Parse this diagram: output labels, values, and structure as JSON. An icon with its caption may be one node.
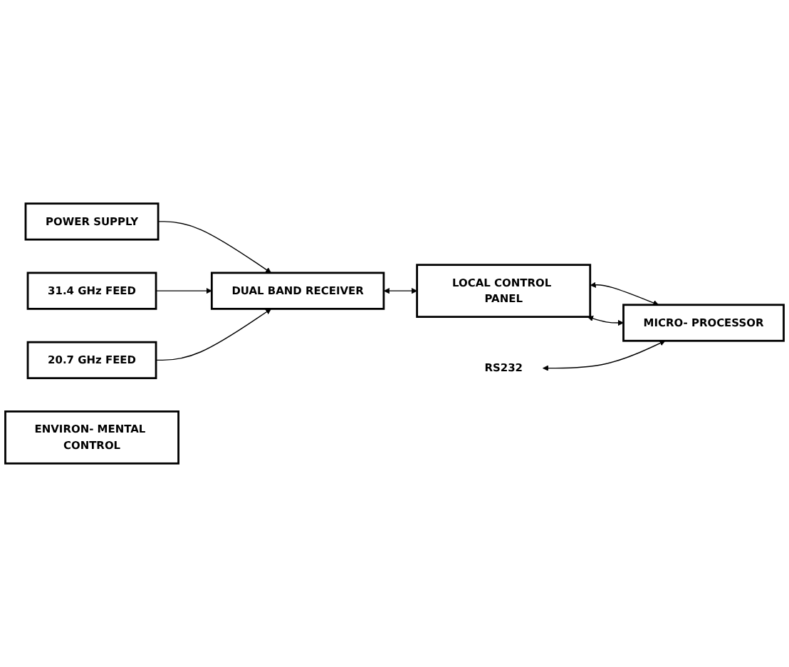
{
  "diagram": {
    "nodes": [
      {
        "text": [
          "POWER SUPPLY"
        ]
      },
      {
        "text": [
          "31.4 GHz FEED"
        ]
      },
      {
        "text": [
          "DUAL BAND RECEIVER"
        ]
      },
      {
        "text": [
          "20.7 GHz FEED"
        ]
      },
      {
        "text": [
          "LOCAL CONTROL PANEL"
        ]
      },
      {
        "text": [
          "ENVIRON- MENTAL CONTROL"
        ]
      },
      {
        "text": [
          "RS232"
        ]
      },
      {
        "text": [
          "MICRO- PROCESSOR"
        ]
      }
    ],
    "edges": [
      {
        "from": 0,
        "to": 2,
        "arrow": "to"
      },
      {
        "from": 1,
        "to": 2,
        "arrow": "to"
      },
      {
        "from": 3,
        "to": 2,
        "arrow": "to"
      },
      {
        "from": 2,
        "to": 4,
        "arrow": "both"
      },
      {
        "from": 4,
        "to": 7,
        "arrow": "both"
      },
      {
        "from": 4,
        "to": 7,
        "arrow": "both"
      },
      {
        "from": 6,
        "to": 7,
        "arrow": "both"
      }
    ]
  }
}
